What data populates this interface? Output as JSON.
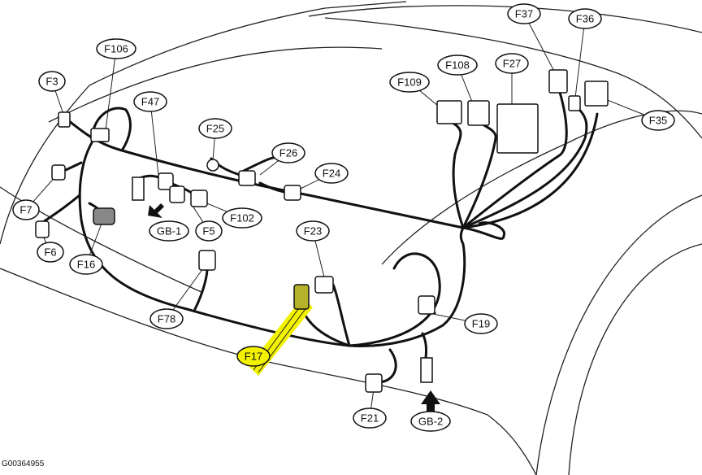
{
  "figure_code": "G00364955",
  "highlight_color": "#f2f200",
  "connectors": [
    {
      "id": "f3",
      "label": "F3"
    },
    {
      "id": "f106",
      "label": "F106"
    },
    {
      "id": "f47",
      "label": "F47"
    },
    {
      "id": "f25",
      "label": "F25"
    },
    {
      "id": "f26",
      "label": "F26"
    },
    {
      "id": "f24",
      "label": "F24"
    },
    {
      "id": "f7",
      "label": "F7"
    },
    {
      "id": "f6",
      "label": "F6"
    },
    {
      "id": "f16",
      "label": "F16"
    },
    {
      "id": "gb1",
      "label": "GB-1"
    },
    {
      "id": "f5",
      "label": "F5"
    },
    {
      "id": "f102",
      "label": "F102"
    },
    {
      "id": "f78",
      "label": "F78"
    },
    {
      "id": "f23",
      "label": "F23"
    },
    {
      "id": "f17",
      "label": "F17",
      "highlighted": true
    },
    {
      "id": "f109",
      "label": "F109"
    },
    {
      "id": "f108",
      "label": "F108"
    },
    {
      "id": "f27",
      "label": "F27"
    },
    {
      "id": "f37",
      "label": "F37"
    },
    {
      "id": "f36",
      "label": "F36"
    },
    {
      "id": "f35",
      "label": "F35"
    },
    {
      "id": "f19",
      "label": "F19"
    },
    {
      "id": "f21",
      "label": "F21"
    },
    {
      "id": "gb2",
      "label": "GB-2"
    }
  ]
}
